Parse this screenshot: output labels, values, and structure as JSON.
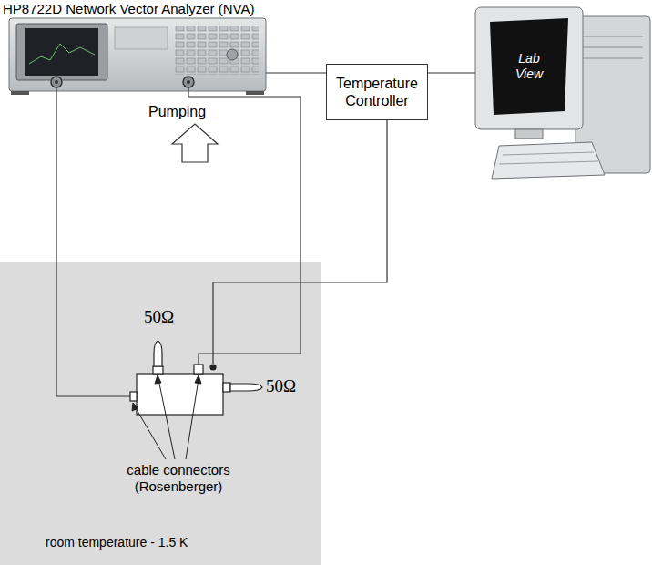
{
  "diagram": {
    "nodes": [
      {
        "text": [
          "Temperature Controller"
        ]
      },
      {
        "text": [
          "room temperature - 1.5 K"
        ]
      }
    ],
    "labels": [
      "HP8722D Network Vector Analyzer (NVA)",
      "Lab View",
      "Pumping",
      "50Ω",
      "50Ω",
      "cable connectors (Rosenberger)"
    ]
  }
}
